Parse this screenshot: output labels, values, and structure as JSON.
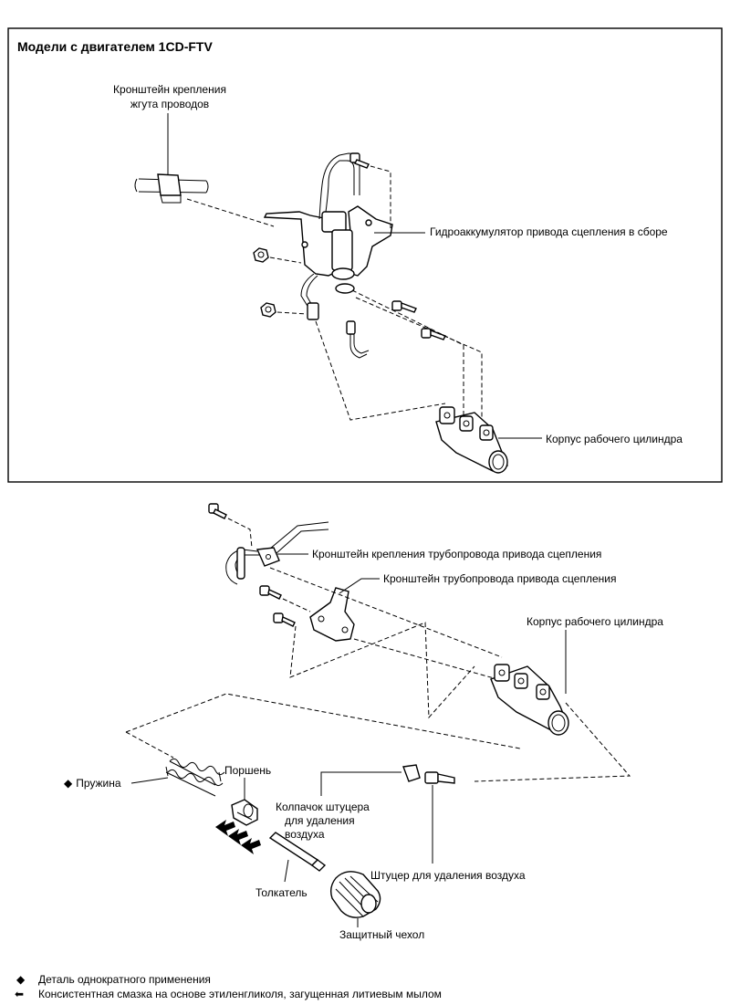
{
  "panel_top": {
    "title": "Модели с двигателем 1CD-FTV",
    "labels": {
      "harness_bracket_line1": "Кронштейн крепления",
      "harness_bracket_line2": "жгута проводов",
      "accumulator": "Гидроаккумулятор привода сцепления в сборе",
      "cylinder_body": "Корпус рабочего цилиндра"
    }
  },
  "panel_bottom": {
    "labels": {
      "pipe_clamp_bracket": "Кронштейн крепления трубопровода привода сцепления",
      "pipe_bracket": "Кронштейн трубопровода привода сцепления",
      "cylinder_body": "Корпус рабочего цилиндра",
      "piston": "Поршень",
      "spring": "Пружина",
      "bleeder_cap_line1": "Колпачок штуцера",
      "bleeder_cap_line2": "для удаления",
      "bleeder_cap_line3": "воздуха",
      "push_rod": "Толкатель",
      "bleeder_plug": "Штуцер для удаления воздуха",
      "boot": "Защитный чехол"
    }
  },
  "legend": {
    "non_reusable_symbol": "◆",
    "non_reusable": "Деталь однократного применения",
    "grease_symbol": "⬅",
    "grease": "Консистентная смазка на основе этиленгликоля, загущенная литиевым мылом"
  },
  "icons": {
    "diamond": "diamond-icon",
    "arrow": "arrow-left-icon"
  }
}
